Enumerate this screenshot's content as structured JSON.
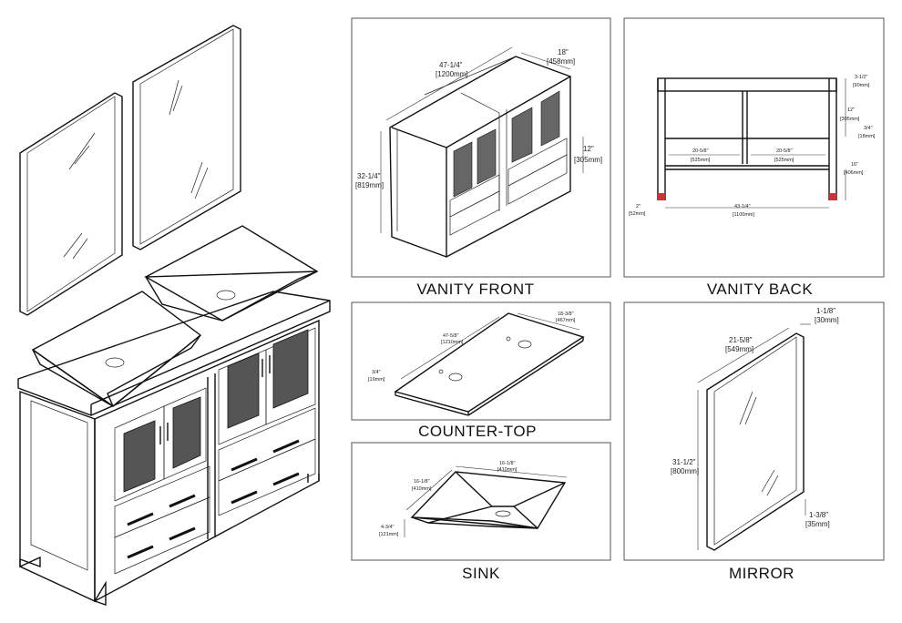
{
  "panels": {
    "vanity_front": {
      "title": "VANITY FRONT",
      "width_in": "47-1/4\"",
      "width_mm": "[1200mm]",
      "depth_in": "18\"",
      "depth_mm": "[458mm]",
      "height_in": "32-1/4\"",
      "height_mm": "[819mm]",
      "inner_in": "12\"",
      "inner_mm": "[305mm]"
    },
    "vanity_back": {
      "title": "VANITY BACK",
      "top_in": "3-1/2\"",
      "top_mm": "[90mm]",
      "mid_in": "12\"",
      "mid_mm": "[305mm]",
      "rail_in": "3/4\"",
      "rail_mm": "[18mm]",
      "left_in": "20-5/8\"",
      "left_mm": "[525mm]",
      "right_in": "20-5/8\"",
      "right_mm": "[525mm]",
      "leg_in": "16\"",
      "leg_mm": "[406mm]",
      "foot_in": "2\"",
      "foot_mm": "[52mm]",
      "width_in": "43-1/4\"",
      "width_mm": "[1100mm]"
    },
    "counter_top": {
      "title": "COUNTER-TOP",
      "width_in": "47-5/8\"",
      "width_mm": "[1210mm]",
      "depth_in": "18-3/8\"",
      "depth_mm": "[467mm]",
      "thick_in": "3/4\"",
      "thick_mm": "[19mm]"
    },
    "sink": {
      "title": "SINK",
      "width_in": "16-1/8\"",
      "width_mm": "[410mm]",
      "depth_in": "16-1/8\"",
      "depth_mm": "[410mm]",
      "height_in": "4-3/4\"",
      "height_mm": "[121mm]"
    },
    "mirror": {
      "title": "MIRROR",
      "depth_in": "1-1/8\"",
      "depth_mm": "[30mm]",
      "width_in": "21-5/8\"",
      "width_mm": "[549mm]",
      "height_in": "31-1/2\"",
      "height_mm": "[800mm]",
      "bottom_in": "1-3/8\"",
      "bottom_mm": "[35mm]"
    }
  }
}
